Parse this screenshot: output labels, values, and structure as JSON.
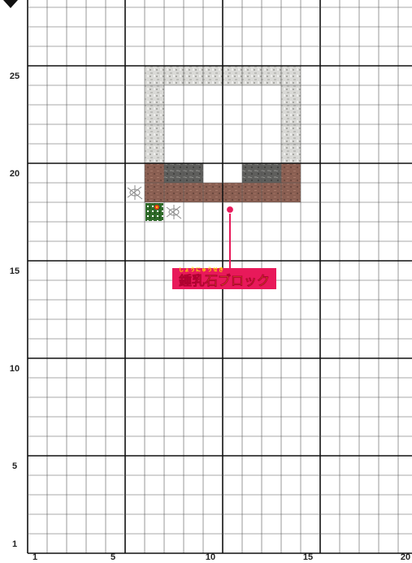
{
  "x_axis_labels": [
    "1",
    "5",
    "10",
    "15",
    "20"
  ],
  "y_axis_labels": [
    "25",
    "20",
    "15",
    "10",
    "5",
    "1"
  ],
  "callout": {
    "ruby": "しょうにゅうせき",
    "label": "鍾乳石ブロック"
  },
  "colors": {
    "callout": "#e8195a",
    "callout_text": "#ffe000",
    "grid_minor": "#555555",
    "grid_major": "#111111"
  },
  "blocks": [
    {
      "kind": "calcite",
      "col": 7,
      "row": 25
    },
    {
      "kind": "calcite",
      "col": 8,
      "row": 25
    },
    {
      "kind": "calcite",
      "col": 9,
      "row": 25
    },
    {
      "kind": "calcite",
      "col": 10,
      "row": 25
    },
    {
      "kind": "calcite",
      "col": 11,
      "row": 25
    },
    {
      "kind": "calcite",
      "col": 12,
      "row": 25
    },
    {
      "kind": "calcite",
      "col": 13,
      "row": 25
    },
    {
      "kind": "calcite",
      "col": 14,
      "row": 25
    },
    {
      "kind": "calcite",
      "col": 7,
      "row": 24
    },
    {
      "kind": "calcite",
      "col": 7,
      "row": 23
    },
    {
      "kind": "calcite",
      "col": 7,
      "row": 22
    },
    {
      "kind": "calcite",
      "col": 7,
      "row": 21
    },
    {
      "kind": "calcite",
      "col": 14,
      "row": 24
    },
    {
      "kind": "calcite",
      "col": 14,
      "row": 23
    },
    {
      "kind": "calcite",
      "col": 14,
      "row": 22
    },
    {
      "kind": "calcite",
      "col": 14,
      "row": 21
    },
    {
      "kind": "dripstone",
      "col": 7,
      "row": 20
    },
    {
      "kind": "stone",
      "col": 8,
      "row": 20
    },
    {
      "kind": "stone",
      "col": 9,
      "row": 20
    },
    {
      "kind": "stone",
      "col": 12,
      "row": 20
    },
    {
      "kind": "stone",
      "col": 13,
      "row": 20
    },
    {
      "kind": "dripstone",
      "col": 14,
      "row": 20
    },
    {
      "kind": "dripstone",
      "col": 7,
      "row": 19
    },
    {
      "kind": "dripstone",
      "col": 8,
      "row": 19
    },
    {
      "kind": "dripstone",
      "col": 9,
      "row": 19
    },
    {
      "kind": "dripstone",
      "col": 10,
      "row": 19
    },
    {
      "kind": "dripstone",
      "col": 11,
      "row": 19
    },
    {
      "kind": "dripstone",
      "col": 12,
      "row": 19
    },
    {
      "kind": "dripstone",
      "col": 13,
      "row": 19
    },
    {
      "kind": "dripstone",
      "col": 14,
      "row": 19
    },
    {
      "kind": "cobweb",
      "col": 6,
      "row": 19
    },
    {
      "kind": "flower-bush",
      "col": 7,
      "row": 18
    },
    {
      "kind": "cobweb",
      "col": 8,
      "row": 18
    }
  ],
  "pointer": {
    "col": 11,
    "row": 18
  }
}
